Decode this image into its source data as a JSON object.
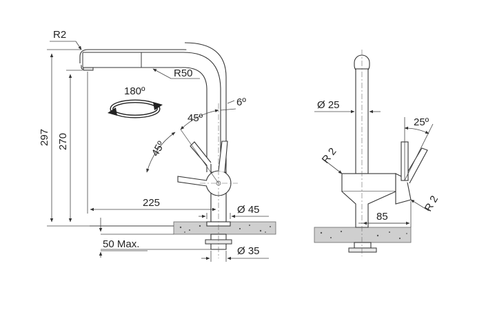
{
  "labels": {
    "r2_top": "R2",
    "r50": "R50",
    "rotation": "180º",
    "angle_6": "6º",
    "angle_45_a": "45º",
    "angle_45_b": "45º",
    "height_297": "297",
    "height_270": "270",
    "reach_225": "225",
    "dia_45": "Ø 45",
    "max_50": "50 Max.",
    "dia_35": "Ø 35",
    "dia_25": "Ø 25",
    "angle_25": "25º",
    "r2_side_left": "R 2",
    "r2_side_right": "R 2",
    "width_85": "85"
  }
}
